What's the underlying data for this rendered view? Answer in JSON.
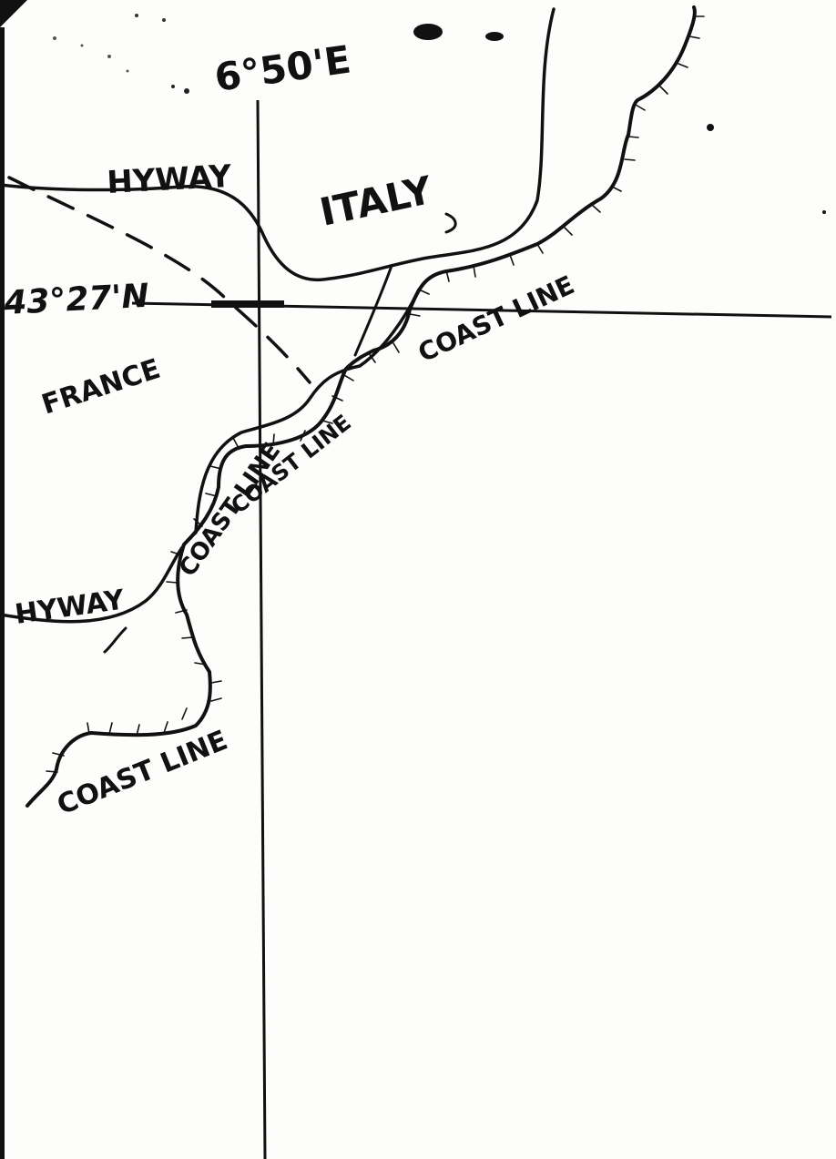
{
  "map": {
    "longitude_label": "6°50'E",
    "latitude_label": "43°27'N",
    "regions": {
      "italy": "ITALY",
      "france": "FRANCE"
    },
    "roads": {
      "upper": "HYWAY",
      "lower": "HYWAY"
    },
    "coast_labels": [
      "COAST LINE",
      "COAST LINE",
      "COAST LINE",
      "COAST LINE"
    ],
    "ink_color": "#111111",
    "paper_color": "#fdfdfc"
  }
}
